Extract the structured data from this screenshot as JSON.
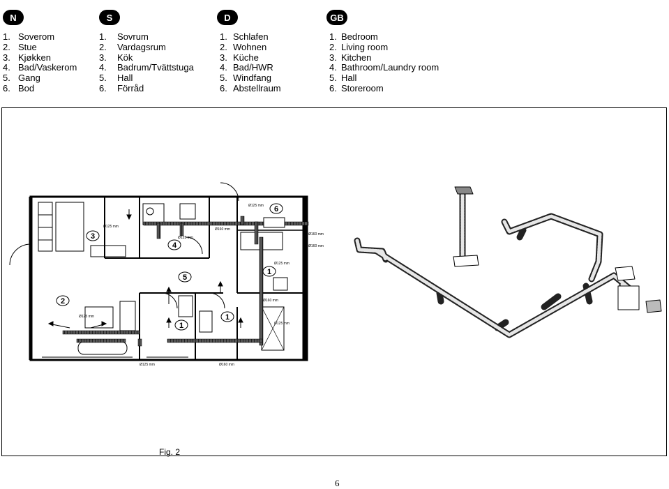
{
  "columns": [
    {
      "code": "N",
      "items": [
        {
          "num": "1.",
          "label": "Soverom"
        },
        {
          "num": "2.",
          "label": "Stue"
        },
        {
          "num": "3.",
          "label": "Kjøkken"
        },
        {
          "num": "4.",
          "label": "Bad/Vaskerom"
        },
        {
          "num": "5.",
          "label": "Gang"
        },
        {
          "num": "6.",
          "label": "Bod"
        }
      ]
    },
    {
      "code": "S",
      "items": [
        {
          "num": "1.",
          "label": "Sovrum"
        },
        {
          "num": "2.",
          "label": "Vardagsrum"
        },
        {
          "num": "3.",
          "label": "Kök"
        },
        {
          "num": "4.",
          "label": "Badrum/Tvättstuga"
        },
        {
          "num": "5.",
          "label": "Hall"
        },
        {
          "num": "6.",
          "label": "Förråd"
        }
      ]
    },
    {
      "code": "D",
      "items": [
        {
          "num": "1.",
          "label": "Schlafen"
        },
        {
          "num": "2.",
          "label": "Wohnen"
        },
        {
          "num": "3.",
          "label": "Küche"
        },
        {
          "num": "4.",
          "label": "Bad/HWR"
        },
        {
          "num": "5.",
          "label": "Windfang"
        },
        {
          "num": "6.",
          "label": "Abstellraum"
        }
      ]
    },
    {
      "code": "GB",
      "items": [
        {
          "num": "1.",
          "label": "Bedroom"
        },
        {
          "num": "2.",
          "label": "Living room"
        },
        {
          "num": "3.",
          "label": "Kitchen"
        },
        {
          "num": "4.",
          "label": "Bathroom/Laundry room"
        },
        {
          "num": "5.",
          "label": "Hall"
        },
        {
          "num": "6.",
          "label": "Storeroom"
        }
      ]
    }
  ],
  "figure": {
    "caption": "Fig. 2",
    "room_markers": [
      "1",
      "2",
      "3",
      "4",
      "5",
      "6"
    ],
    "duct_labels": [
      "Ø125 mm",
      "Ø160 mm"
    ]
  },
  "page_number": "6"
}
